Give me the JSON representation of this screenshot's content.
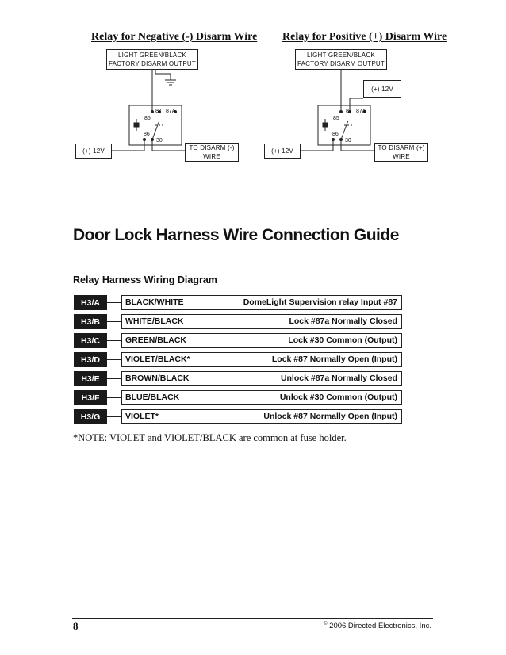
{
  "diagrams": [
    {
      "title": "Relay for Negative (-) Disarm Wire",
      "input_box": "LIGHT GREEN/BLACK\nFACTORY DISARM OUTPUT",
      "left_box": "(+) 12V",
      "right_box": "TO DISARM (-)\nWIRE",
      "pins": [
        "85",
        "87",
        "87A",
        "86",
        "30"
      ]
    },
    {
      "title": "Relay for Positive (+) Disarm Wire",
      "input_box": "LIGHT GREEN/BLACK\nFACTORY DISARM OUTPUT",
      "supply_box": "(+) 12V",
      "left_box": "(+) 12V",
      "right_box": "TO DISARM (+)\nWIRE",
      "pins": [
        "85",
        "87",
        "87A",
        "86",
        "30"
      ]
    }
  ],
  "guide_title": "Door Lock Harness Wire Connection Guide",
  "harness_title": "Relay Harness Wiring Diagram",
  "harness_rows": [
    {
      "pin": "H3/A",
      "color": "BLACK/WHITE",
      "function": "DomeLight Supervision relay Input #87"
    },
    {
      "pin": "H3/B",
      "color": "WHITE/BLACK",
      "function": "Lock #87a Normally Closed"
    },
    {
      "pin": "H3/C",
      "color": "GREEN/BLACK",
      "function": "Lock #30 Common (Output)"
    },
    {
      "pin": "H3/D",
      "color": "VIOLET/BLACK*",
      "function": "Lock #87 Normally Open (Input)"
    },
    {
      "pin": "H3/E",
      "color": "BROWN/BLACK",
      "function": "Unlock #87a Normally Closed"
    },
    {
      "pin": "H3/F",
      "color": "BLUE/BLACK",
      "function": "Unlock #30 Common (Output)"
    },
    {
      "pin": "H3/G",
      "color": "VIOLET*",
      "function": "Unlock #87 Normally Open (Input)"
    }
  ],
  "note": "*NOTE: VIOLET and VIOLET/BLACK are common at fuse holder.",
  "footer": {
    "page_number": "8",
    "copyright_symbol": "©",
    "copyright_text": "2006 Directed Electronics, Inc."
  }
}
